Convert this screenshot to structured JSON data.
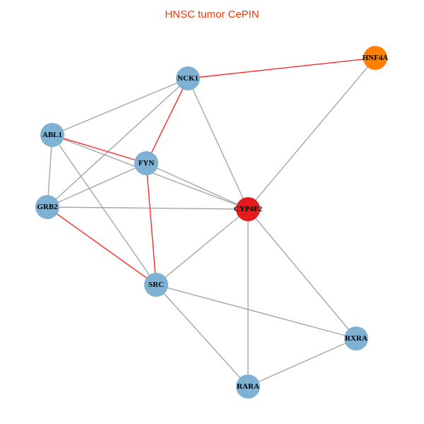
{
  "title": "HNSC tumor CePIN",
  "colors": {
    "default_node": "#7fb1d3",
    "highlight_node": "#e41a1c",
    "hub_node": "#ff7f00",
    "edge": "#a6a6a6",
    "highlight_edge": "#ff2a2a"
  },
  "nodes": [
    {
      "id": "NCK1",
      "type": "default_node"
    },
    {
      "id": "HNF4A",
      "type": "hub_node"
    },
    {
      "id": "ABL1",
      "type": "default_node"
    },
    {
      "id": "FYN",
      "type": "default_node"
    },
    {
      "id": "GRB2",
      "type": "default_node"
    },
    {
      "id": "CYP4F2",
      "type": "highlight_node"
    },
    {
      "id": "SRC",
      "type": "default_node"
    },
    {
      "id": "RXRA",
      "type": "default_node"
    },
    {
      "id": "RARA",
      "type": "default_node"
    }
  ],
  "edges": [
    [
      "NCK1",
      "HNF4A",
      "highlight_edge"
    ],
    [
      "HNF4A",
      "CYP4F2",
      "edge"
    ],
    [
      "NCK1",
      "ABL1",
      "edge"
    ],
    [
      "NCK1",
      "FYN",
      "highlight_edge"
    ],
    [
      "NCK1",
      "GRB2",
      "edge"
    ],
    [
      "NCK1",
      "CYP4F2",
      "edge"
    ],
    [
      "ABL1",
      "FYN",
      "highlight_edge"
    ],
    [
      "ABL1",
      "CYP4F2",
      "edge"
    ],
    [
      "ABL1",
      "GRB2",
      "edge"
    ],
    [
      "ABL1",
      "SRC",
      "edge"
    ],
    [
      "FYN",
      "GRB2",
      "edge"
    ],
    [
      "FYN",
      "CYP4F2",
      "edge"
    ],
    [
      "FYN",
      "SRC",
      "highlight_edge"
    ],
    [
      "GRB2",
      "CYP4F2",
      "edge"
    ],
    [
      "GRB2",
      "SRC",
      "highlight_edge"
    ],
    [
      "SRC",
      "CYP4F2",
      "edge"
    ],
    [
      "SRC",
      "RXRA",
      "edge"
    ],
    [
      "SRC",
      "RARA",
      "edge"
    ],
    [
      "CYP4F2",
      "RXRA",
      "edge"
    ],
    [
      "CYP4F2",
      "RARA",
      "edge"
    ],
    [
      "RXRA",
      "RARA",
      "edge"
    ]
  ]
}
